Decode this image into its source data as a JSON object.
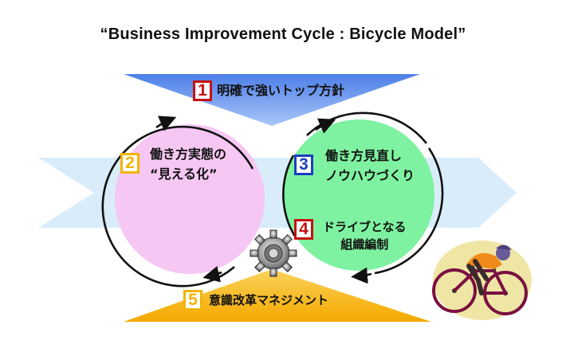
{
  "title": "“Business Improvement Cycle : Bicycle Model”",
  "steps": [
    {
      "num": "1",
      "label": "明確で強いトップ方針"
    },
    {
      "num": "2",
      "label_line1": "働き方実態の",
      "label_line2": "“見える化”"
    },
    {
      "num": "3",
      "label_line1": "働き方見直し",
      "label_line2": "ノウハウづくり"
    },
    {
      "num": "4",
      "label_line1": "ドライブとなる",
      "label_line2": "組織編制"
    },
    {
      "num": "5",
      "label": "意識改革マネジメント"
    }
  ],
  "colors": {
    "top_triangle": "#5b8ff0",
    "bottom_triangle": "#f7b814",
    "horizontal_arrow": "#d9ecfa",
    "left_wheel": "#f6c7f3",
    "right_wheel": "#7ef2a1",
    "badge_red": "#c41111",
    "badge_yellow": "#f1b400",
    "badge_blue": "#1a3fc0"
  },
  "icons": [
    "gear-icon",
    "cyclist-illustration"
  ]
}
